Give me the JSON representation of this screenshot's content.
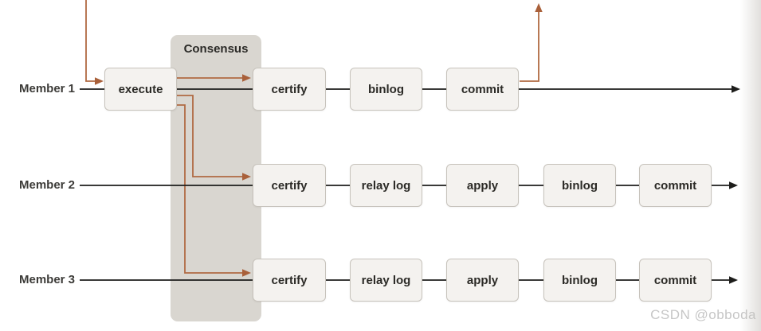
{
  "diagram": {
    "consensus": {
      "label": "Consensus"
    },
    "members": [
      {
        "label": "Member 1",
        "stages": [
          "execute",
          "certify",
          "binlog",
          "commit"
        ]
      },
      {
        "label": "Member 2",
        "stages": [
          "certify",
          "relay log",
          "apply",
          "binlog",
          "commit"
        ]
      },
      {
        "label": "Member 3",
        "stages": [
          "certify",
          "relay log",
          "apply",
          "binlog",
          "commit"
        ]
      }
    ],
    "watermark": "CSDN @obboda",
    "colors": {
      "accent": "#b06a42",
      "band": "#d9d6d0",
      "box_fill": "#f4f2ef",
      "box_border": "#c7c3bc",
      "line": "#1d1d1b"
    }
  }
}
